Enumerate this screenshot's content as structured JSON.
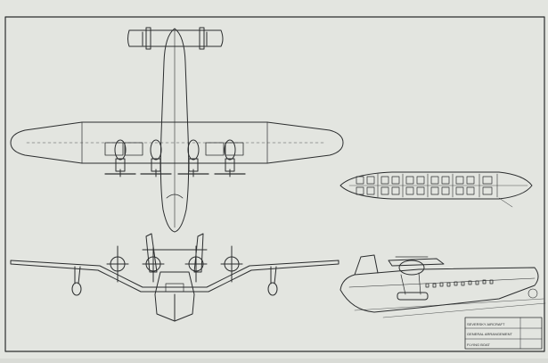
{
  "sheet": {
    "paper_color": "#e4e6e1",
    "ink_color": "#2b2d2e",
    "title_block_lines": [
      "SEVERSKY AIRCRAFT",
      "GENERAL ARRANGEMENT",
      "FLYING BOAT"
    ]
  },
  "views": [
    "plan-view",
    "front-view",
    "cabin-plan",
    "side-view"
  ]
}
